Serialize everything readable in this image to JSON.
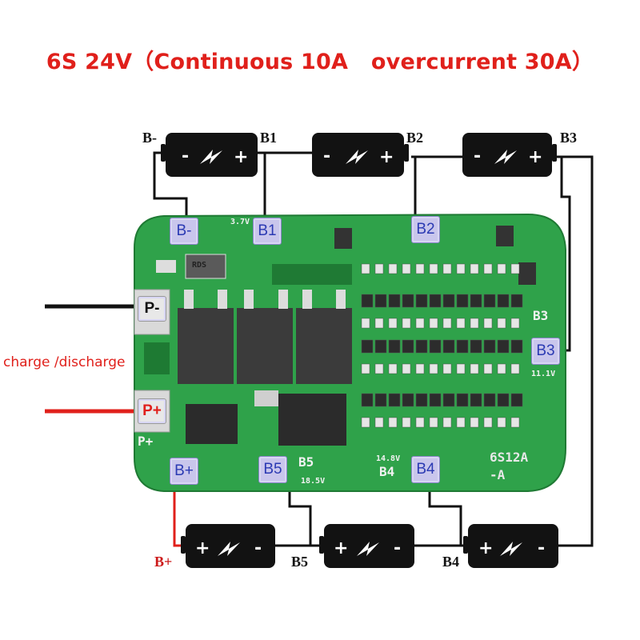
{
  "title": "6S 24V（Continuous 10A   overcurrent 30A）",
  "side_label": "charge /discharge",
  "node_labels": {
    "b_minus": "B-",
    "b1": "B1",
    "b2": "B2",
    "b3": "B3",
    "b4": "B4",
    "b5": "B5",
    "b_plus": "B+"
  },
  "board": {
    "model": "6S12A",
    "variant": "-A",
    "silk_b3": "B3",
    "silk_b5": "B5",
    "silk_b4": "B4",
    "silk_pplus": "P+",
    "rds": "RDS",
    "v185": "18.5V",
    "v148": "14.8V",
    "v111": "11.1V",
    "v37": "3.7V"
  },
  "pads": {
    "b_minus": "B-",
    "b1": "B1",
    "b2": "B2",
    "b3": "B3",
    "b5": "B5",
    "b4": "B4",
    "b_plus": "B+",
    "p_minus": "P-",
    "p_plus": "P+"
  },
  "colors": {
    "board": "#2fa24a",
    "pad": "#c9c6ec",
    "pad_text": "#2b3ab3",
    "title": "#e0201b",
    "battery": "#111111",
    "red_wire": "#e0201b"
  }
}
